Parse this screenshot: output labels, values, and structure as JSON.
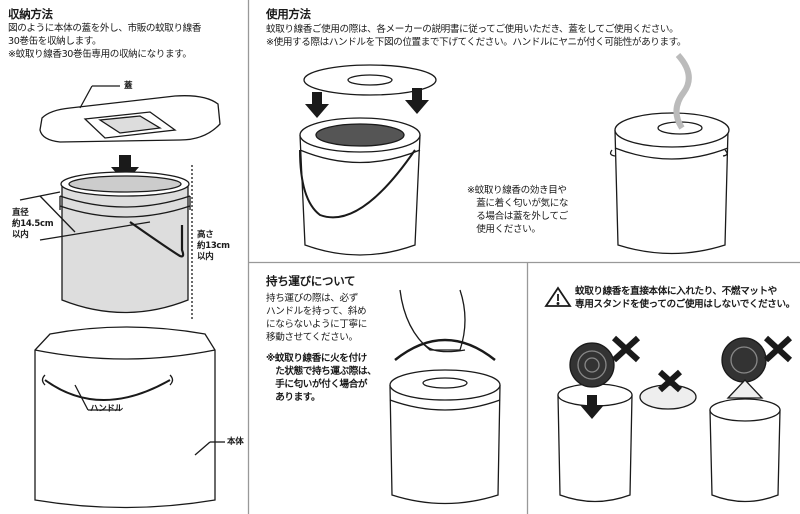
{
  "storage": {
    "title": "収納方法",
    "lines": [
      "図のように本体の蓋を外し、市販の蚊取り線香",
      "30巻缶を収納します。",
      "※蚊取り線香30巻缶専用の収納になります。"
    ],
    "label_lid": "蓋",
    "label_diameter": "直径\n約14.5cm\n以内",
    "label_height": "高さ\n約13cm\n以内",
    "label_handle": "ハンドル",
    "label_body": "本体"
  },
  "usage": {
    "title": "使用方法",
    "lines": [
      "蚊取り線香ご使用の際は、各メーカーの説明書に従ってご使用いただき、蓋をしてご使用ください。",
      "※使用する際はハンドルを下図の位置まで下げてください。ハンドルにヤニが付く可能性があります。"
    ],
    "note": "※蚊取り線香の効き目や\n　蓋に着く匂いが気にな\n　る場合は蓋を外してご\n　使用ください。"
  },
  "carrying": {
    "title": "持ち運びについて",
    "text": "持ち運びの際は、必ず\nハンドルを持って、斜め\nにならないように丁寧に\n移動させてください。",
    "note": "※蚊取り線香に火を付け\n　た状態で持ち運ぶ際は、\n　手に匂いが付く場合が\n　あります。"
  },
  "warning": {
    "icon": "warning-triangle-icon",
    "text": "蚊取り線香を直接本体に入れたり、不燃マットや\n専用スタンドを使ってのご使用はしないでください。"
  }
}
